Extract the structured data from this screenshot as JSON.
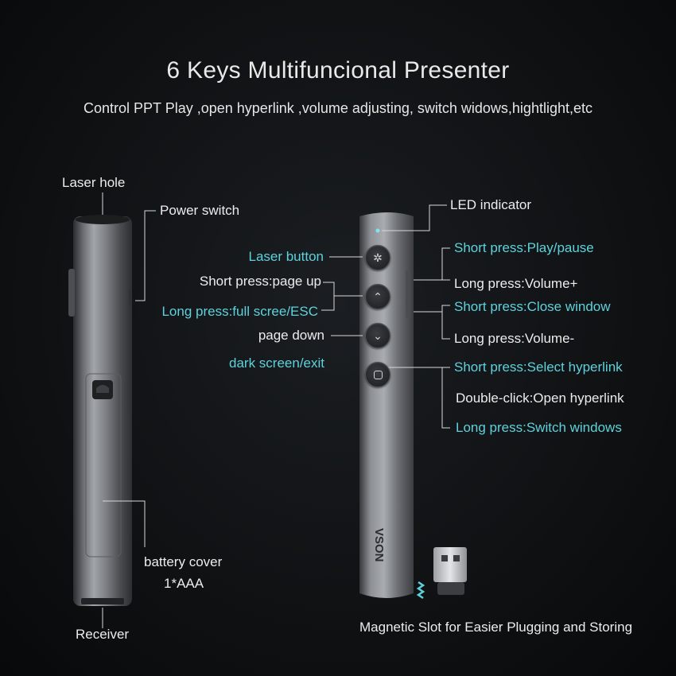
{
  "colors": {
    "cyan": "#5ed2dc",
    "white": "#ececec"
  },
  "header": {
    "title": "6 Keys  Multifuncional Presenter",
    "subtitle": "Control PPT Play ,open hyperlink ,volume adjusting, switch widows,hightlight,etc"
  },
  "left_device": {
    "laser_hole": "Laser hole",
    "power_switch": "Power switch",
    "battery_cover": "battery cover",
    "battery_type": "1*AAA",
    "receiver": "Receiver"
  },
  "right_device": {
    "brand": "VSON",
    "led_indicator": "LED indicator",
    "laser_button": "Laser button",
    "page_up_short": "Short press:page up",
    "page_up_long": "Long press:full scree/ESC",
    "page_down_short": "page down",
    "page_down_long": "dark screen/exit",
    "vol_up_short": "Short press:Play/pause",
    "vol_up_long": "Long press:Volume+",
    "vol_down_short": "Short press:Close window",
    "vol_down_long": "Long press:Volume-",
    "hyper_short": "Short press:Select hyperlink",
    "hyper_double": "Double-click:Open hyperlink",
    "hyper_long": "Long press:Switch windows"
  },
  "footer": {
    "magnetic_slot": "Magnetic Slot for Easier Plugging and Storing"
  },
  "icons": {
    "laser_button": "gear-icon",
    "page_up": "chevron-up-icon",
    "page_down": "chevron-down-icon",
    "hyperlink": "rounded-square-icon",
    "usb_receiver": "usb-dongle-icon",
    "magnet": "magnet-wave-icon"
  }
}
